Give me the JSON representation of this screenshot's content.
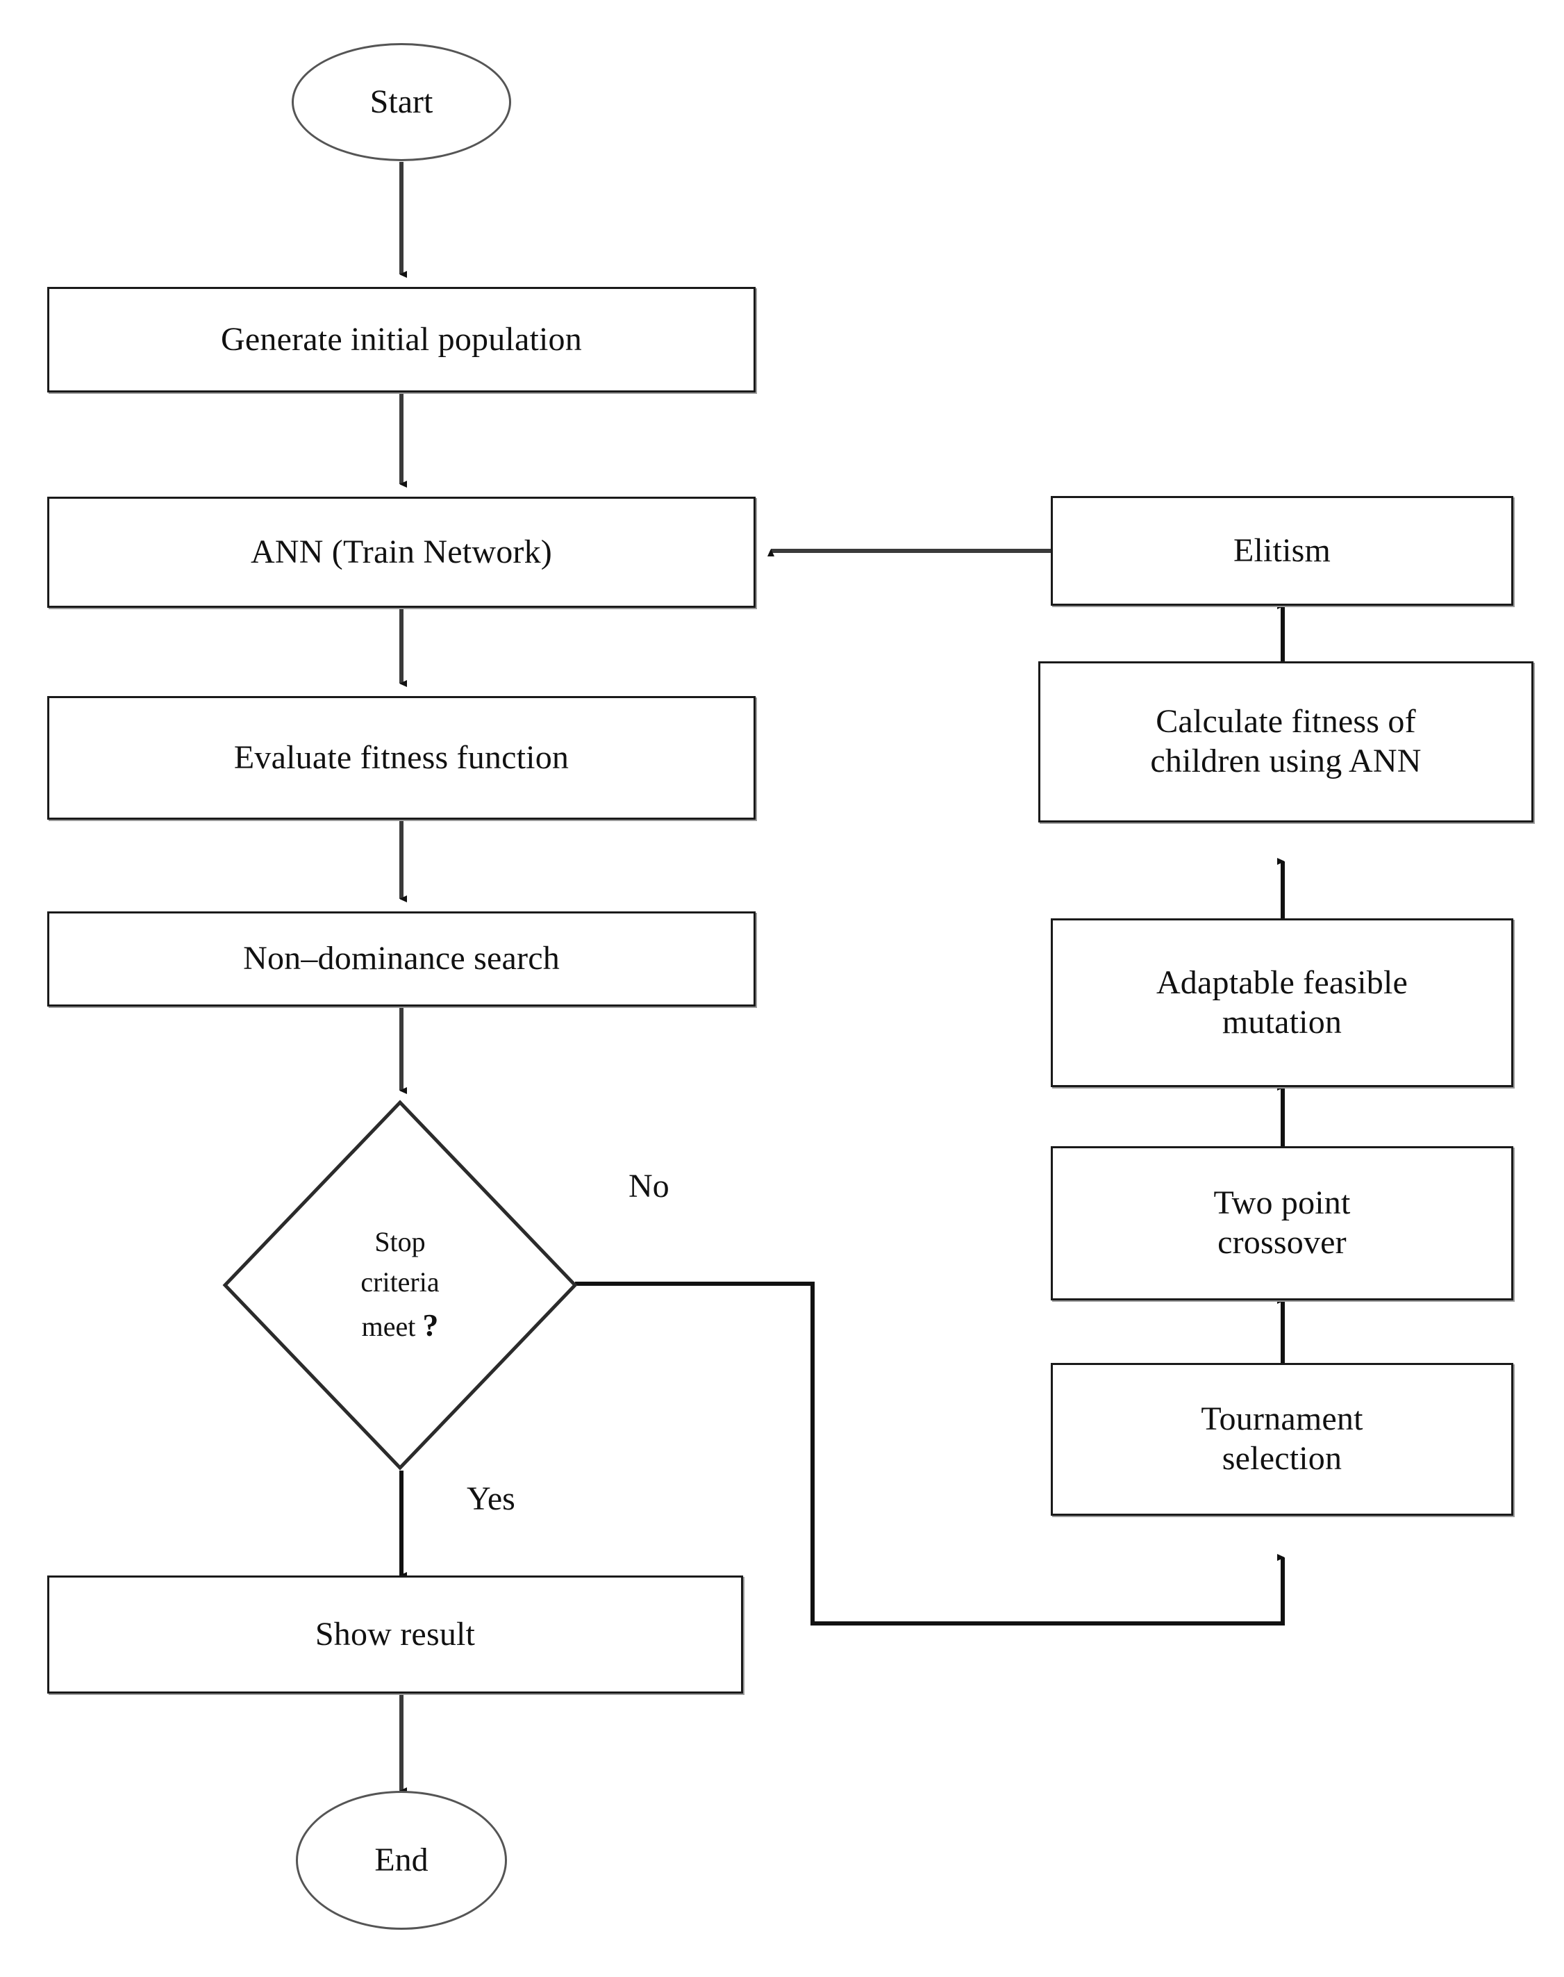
{
  "diagram": {
    "type": "flowchart",
    "title": "ANN and Genetic Algorithm optimization flowchart",
    "colors": {
      "node_border": "#1a1a1a",
      "terminal_border": "#555555",
      "edge": "#111111",
      "background": "#ffffff"
    },
    "nodes": [
      {
        "id": "start",
        "shape": "ellipse",
        "label": "Start"
      },
      {
        "id": "gen_pop",
        "shape": "process",
        "label": "Generate initial population"
      },
      {
        "id": "ann",
        "shape": "process",
        "label": "ANN (Train  Network)"
      },
      {
        "id": "eval_fit",
        "shape": "process",
        "label": "Evaluate fitness function"
      },
      {
        "id": "non_dom",
        "shape": "process",
        "label": "Non–dominance search"
      },
      {
        "id": "decision",
        "shape": "diamond",
        "label_line1": "Stop",
        "label_line2": "criteria",
        "label_line3": "meet",
        "label_mark": "?"
      },
      {
        "id": "show_result",
        "shape": "process",
        "label": "Show result"
      },
      {
        "id": "end",
        "shape": "ellipse",
        "label": "End"
      },
      {
        "id": "elitism",
        "shape": "process",
        "label": "Elitism"
      },
      {
        "id": "calc_fit",
        "shape": "process",
        "label_line1": "Calculate fitness of",
        "label_line2": "children using ANN"
      },
      {
        "id": "mutation",
        "shape": "process",
        "label_line1": "Adaptable feasible",
        "label_line2": "mutation"
      },
      {
        "id": "crossover",
        "shape": "process",
        "label_line1": "Two point",
        "label_line2": "crossover"
      },
      {
        "id": "tournament",
        "shape": "process",
        "label_line1": "Tournament",
        "label_line2": "selection"
      }
    ],
    "edge_labels": {
      "no": "No",
      "yes": "Yes"
    },
    "edges": [
      {
        "from": "start",
        "to": "gen_pop",
        "label": ""
      },
      {
        "from": "gen_pop",
        "to": "ann",
        "label": ""
      },
      {
        "from": "ann",
        "to": "eval_fit",
        "label": ""
      },
      {
        "from": "eval_fit",
        "to": "non_dom",
        "label": ""
      },
      {
        "from": "non_dom",
        "to": "decision",
        "label": ""
      },
      {
        "from": "decision",
        "to": "show_result",
        "label": "Yes"
      },
      {
        "from": "decision",
        "to": "tournament",
        "label": "No"
      },
      {
        "from": "show_result",
        "to": "end",
        "label": ""
      },
      {
        "from": "tournament",
        "to": "crossover",
        "label": ""
      },
      {
        "from": "crossover",
        "to": "mutation",
        "label": ""
      },
      {
        "from": "mutation",
        "to": "calc_fit",
        "label": ""
      },
      {
        "from": "calc_fit",
        "to": "elitism",
        "label": ""
      },
      {
        "from": "elitism",
        "to": "ann",
        "label": ""
      }
    ]
  }
}
